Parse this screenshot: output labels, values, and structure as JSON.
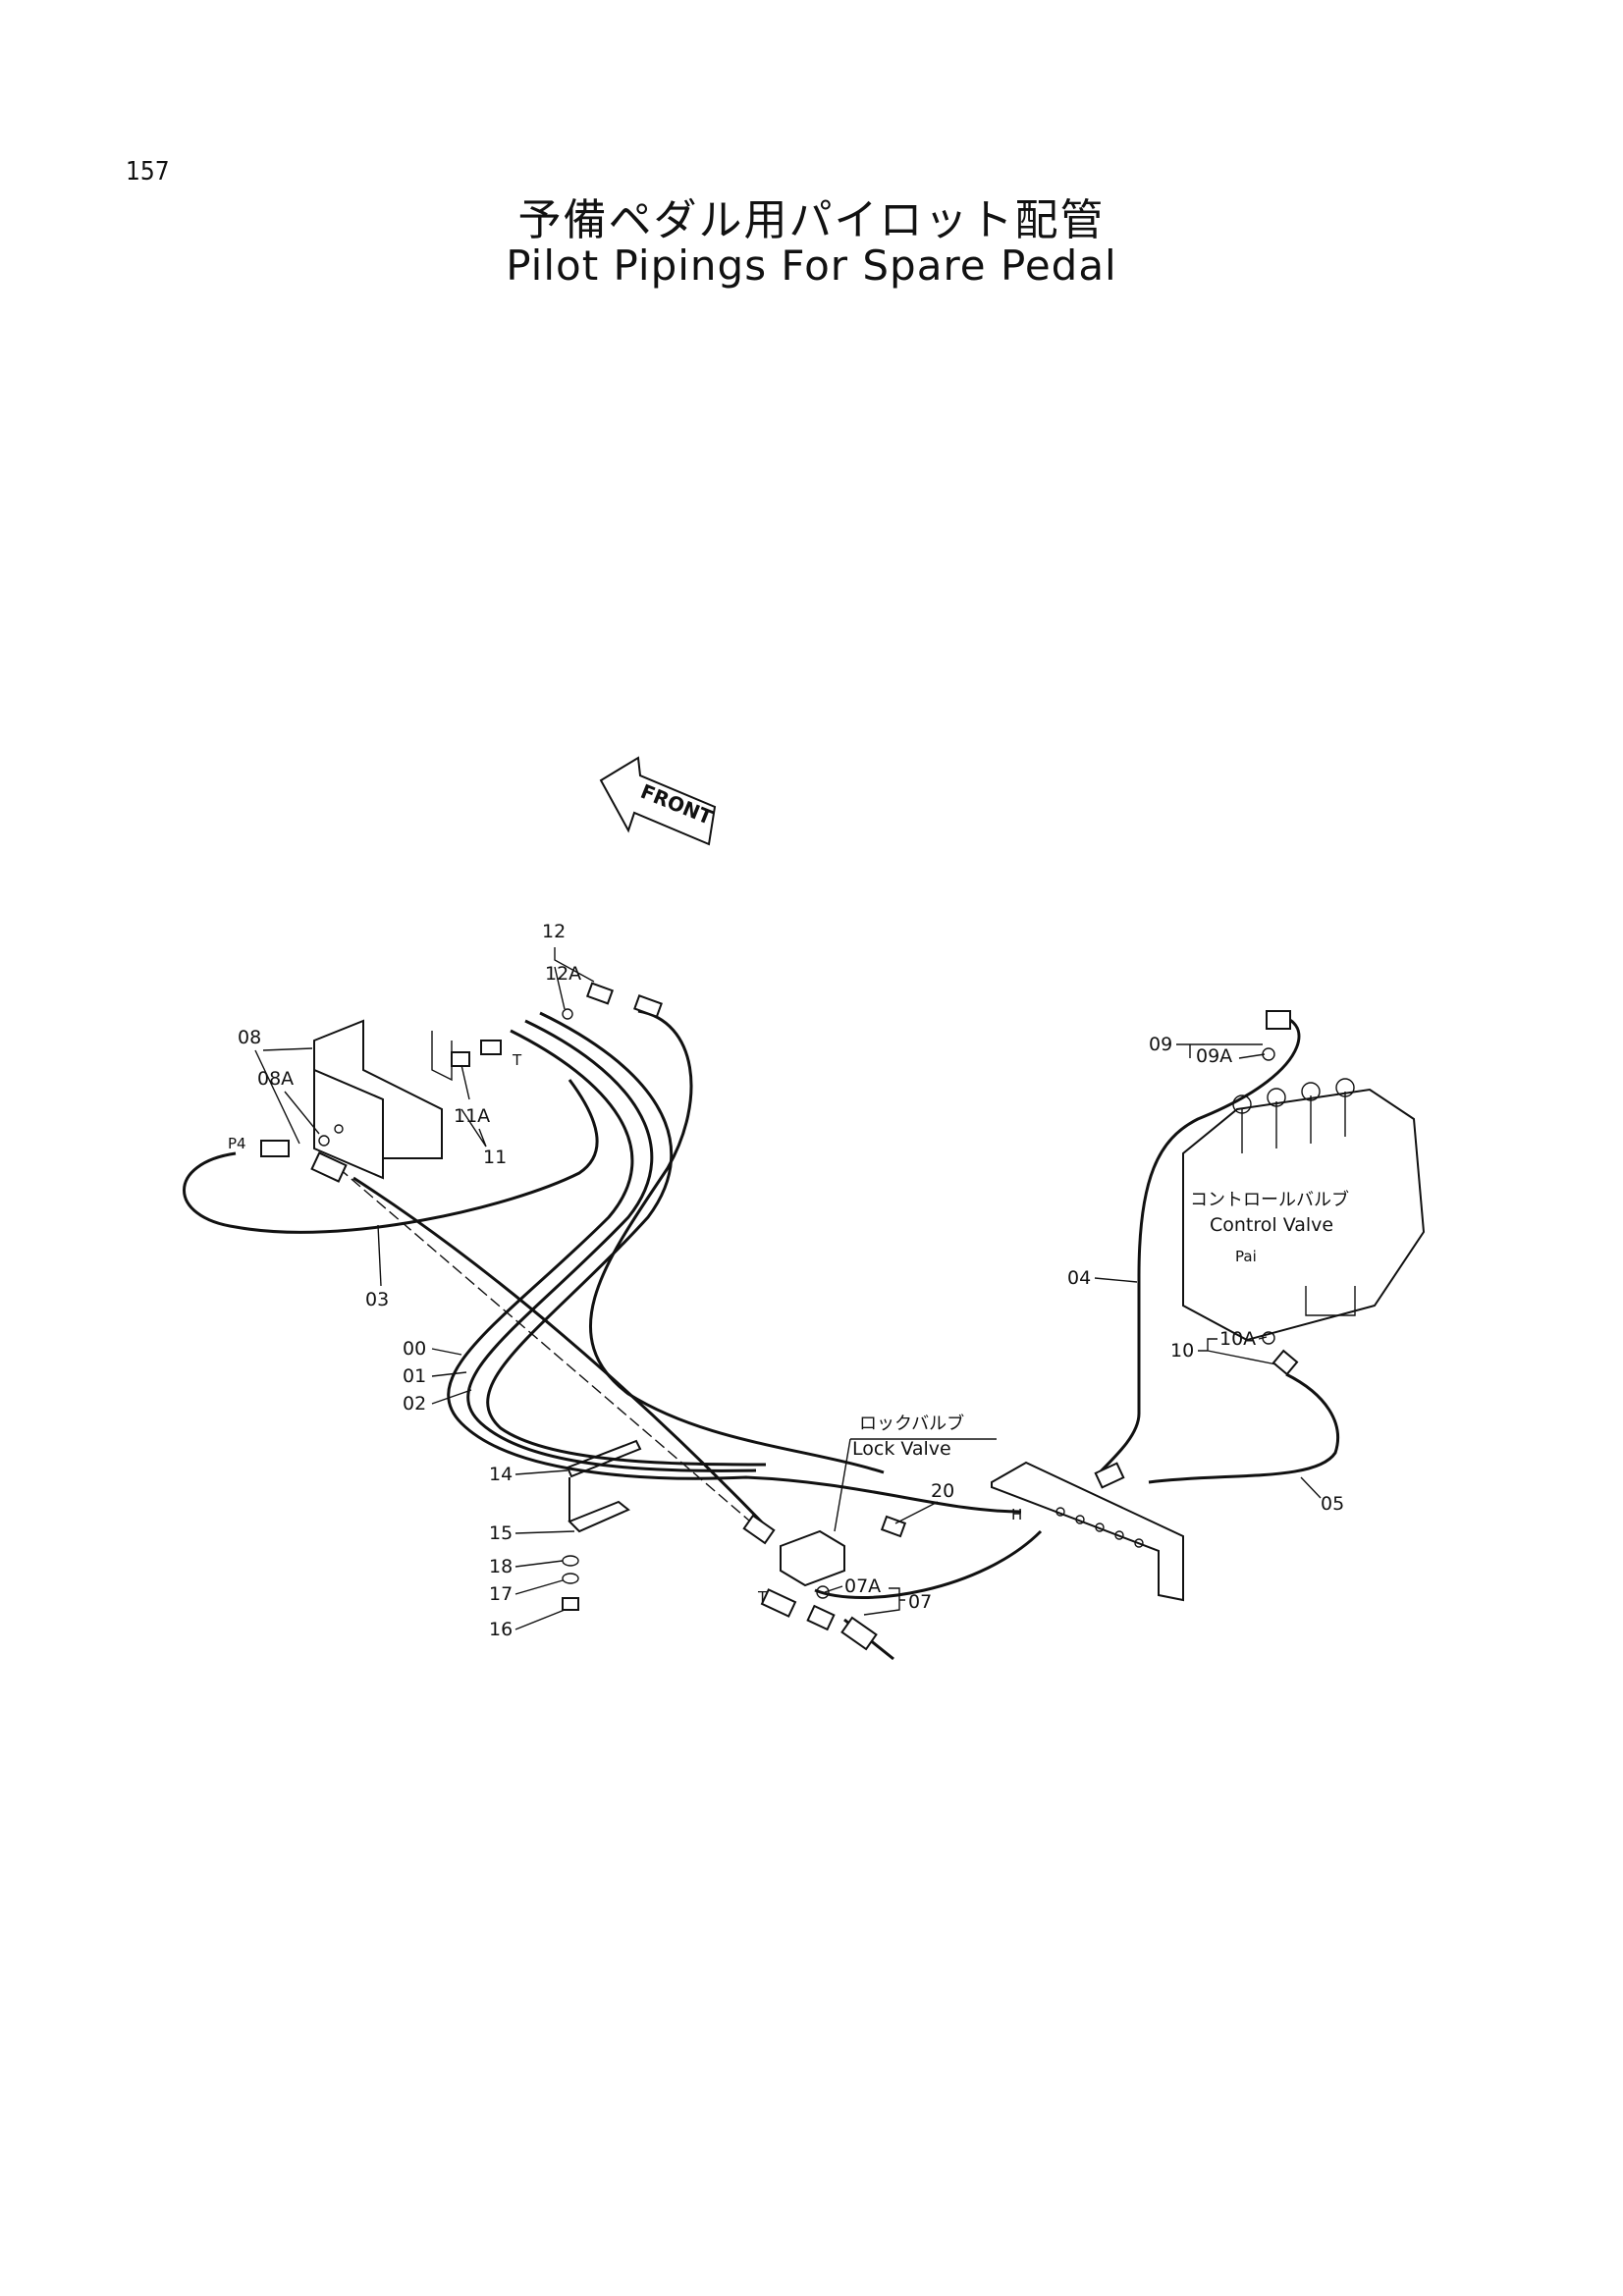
{
  "page_number": "157",
  "title_jp": "予備ペダル用パイロット配管",
  "title_en": "Pilot Pipings For Spare Pedal",
  "front_label": "FRONT",
  "component_labels": {
    "control_valve_jp": "コントロールバルブ",
    "control_valve_en": "Control Valve",
    "lock_valve_jp": "ロックバルブ",
    "lock_valve_en": "Lock Valve"
  },
  "port_labels": {
    "p4": "P4",
    "t1": "T",
    "t2": "T",
    "h": "H",
    "pa": "Pai"
  },
  "callouts": {
    "c12": "12",
    "c12a": "12A",
    "c08": "08",
    "c08a": "08A",
    "c11a": "11A",
    "c11": "11",
    "c09": "09",
    "c09a": "09A",
    "c03": "03",
    "c04": "04",
    "c00": "00",
    "c01": "01",
    "c02": "02",
    "c10": "10",
    "c10a": "10A",
    "c14": "14",
    "c15": "15",
    "c18": "18",
    "c17": "17",
    "c16": "16",
    "c20": "20",
    "c05": "05",
    "c07a": "07A",
    "c07": "07"
  }
}
